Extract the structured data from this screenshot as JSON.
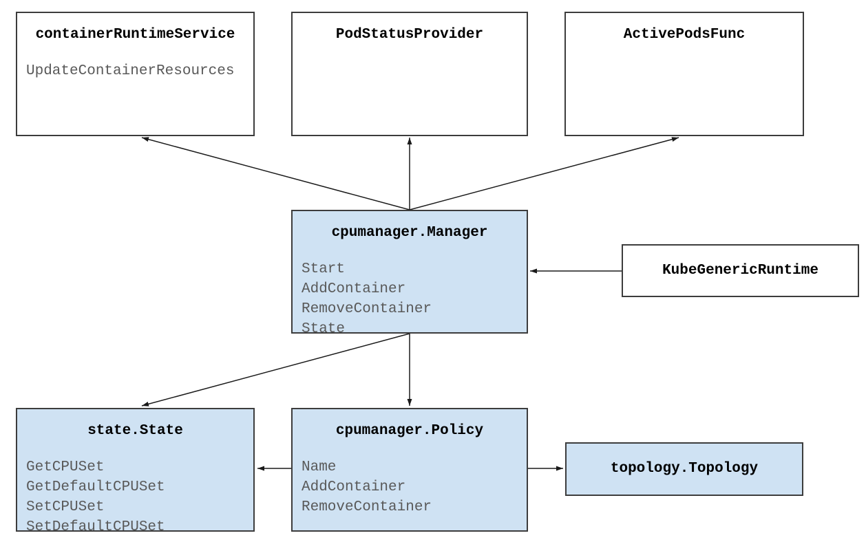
{
  "diagram": {
    "description": "Kubernetes kubelet CPU manager component diagram",
    "colors": {
      "box_fill_plain": "#ffffff",
      "box_fill_highlight": "#cfe2f3",
      "box_border": "#3c3c3c",
      "title_color": "#000000",
      "method_color": "#595959",
      "arrow_color": "#1a1a1a"
    },
    "boxes": [
      {
        "id": "containerRuntimeService",
        "title": "containerRuntimeService",
        "highlighted": false,
        "methods": [
          "UpdateContainerResources"
        ]
      },
      {
        "id": "PodStatusProvider",
        "title": "PodStatusProvider",
        "highlighted": false,
        "methods": []
      },
      {
        "id": "ActivePodsFunc",
        "title": "ActivePodsFunc",
        "highlighted": false,
        "methods": []
      },
      {
        "id": "cpumanager.Manager",
        "title": "cpumanager.Manager",
        "highlighted": true,
        "methods": [
          "Start",
          "AddContainer",
          "RemoveContainer",
          "State"
        ]
      },
      {
        "id": "KubeGenericRuntime",
        "title": "KubeGenericRuntime",
        "highlighted": false,
        "methods": []
      },
      {
        "id": "state.State",
        "title": "state.State",
        "highlighted": true,
        "methods": [
          "GetCPUSet",
          "GetDefaultCPUSet",
          "SetCPUSet",
          "SetDefaultCPUSet"
        ]
      },
      {
        "id": "cpumanager.Policy",
        "title": "cpumanager.Policy",
        "highlighted": true,
        "methods": [
          "Name",
          "AddContainer",
          "RemoveContainer"
        ]
      },
      {
        "id": "topology.Topology",
        "title": "topology.Topology",
        "highlighted": true,
        "methods": []
      }
    ],
    "edges": [
      {
        "from": "cpumanager.Manager",
        "to": "containerRuntimeService"
      },
      {
        "from": "cpumanager.Manager",
        "to": "PodStatusProvider"
      },
      {
        "from": "cpumanager.Manager",
        "to": "ActivePodsFunc"
      },
      {
        "from": "KubeGenericRuntime",
        "to": "cpumanager.Manager"
      },
      {
        "from": "cpumanager.Manager",
        "to": "cpumanager.Policy"
      },
      {
        "from": "cpumanager.Manager",
        "to": "state.State"
      },
      {
        "from": "cpumanager.Policy",
        "to": "state.State"
      },
      {
        "from": "cpumanager.Policy",
        "to": "topology.Topology"
      }
    ]
  }
}
